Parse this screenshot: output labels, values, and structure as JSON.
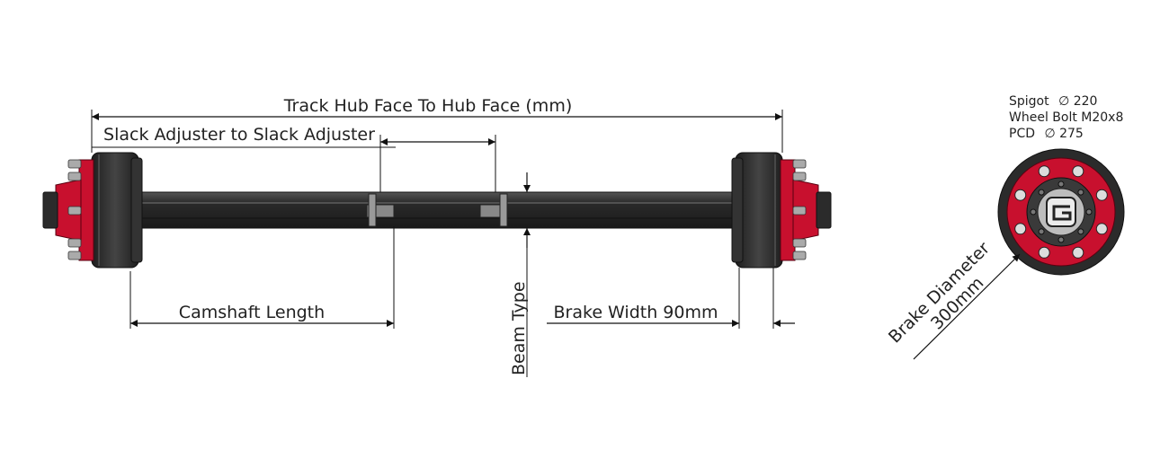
{
  "labels": {
    "track": "Track Hub Face To Hub Face (mm)",
    "slack": "Slack Adjuster to Slack Adjuster",
    "camshaft": "Camshaft Length",
    "beam": "Beam Type",
    "brake_width": "Brake Width 90mm",
    "brake_diameter_line1": "Brake Diameter",
    "brake_diameter_line2": "300mm"
  },
  "specs": {
    "spigot_label": "Spigot",
    "spigot_value": "220",
    "wheel_bolt": "Wheel Bolt M20x8",
    "pcd_label": "PCD",
    "pcd_value": "275",
    "diameter_symbol": "∅"
  },
  "colors": {
    "hub_red": "#c8102e",
    "drum_dark": "#2b2b2b",
    "beam_dark": "#2a2a2a",
    "line": "#111111"
  },
  "icons": {
    "logo": "g-logo-icon"
  }
}
